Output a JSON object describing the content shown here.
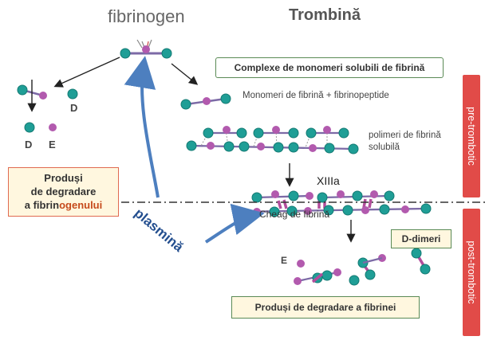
{
  "title_left": "fibrinogen",
  "title_right": "Trombină",
  "box_complexes": "Complexe de monomeri solubili de fibrină",
  "label_monomers": "Monomeri de fibrină + fibrinopeptide",
  "label_polymers": "polimeri de fibrină solubilă",
  "label_factor": "XIIIa",
  "box_fibrinogen_products": {
    "line1": "Produși",
    "line2": "de degradare",
    "line3_prefix": "a fibrin",
    "line3_highlight": "ogenului"
  },
  "label_D_fragment_top": "D",
  "label_D_fragment_bottom": "D",
  "label_E_fragment_left": "E",
  "label_plasmin": "plasmină",
  "label_clot": "Cheag de fibrină",
  "box_ddimers": "D-dimeri",
  "label_E_fragment_right": "E",
  "box_fibrin_products": "Produși de degradare a fibrinei",
  "bar_pre": "pre-trombotic",
  "bar_post": "post-trombotic",
  "colors": {
    "node_teal": "#1f9e96",
    "node_magenta": "#b25aae",
    "arrow_blue": "#4d7fbf",
    "bar_red": "#e14b48",
    "box_green_border": "#5a8a55",
    "box_yellow_fill": "#fff7df"
  }
}
